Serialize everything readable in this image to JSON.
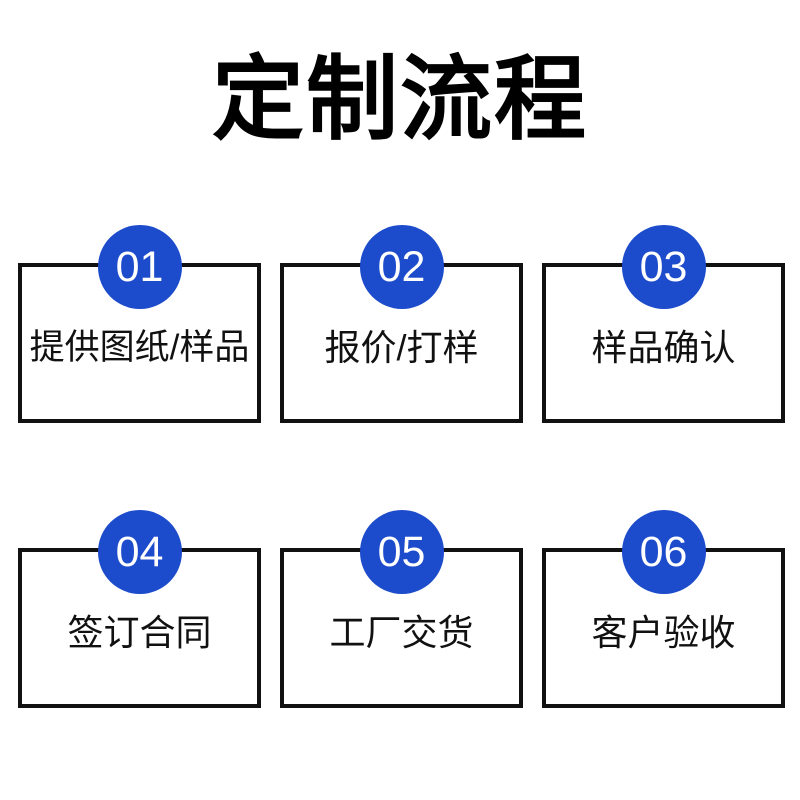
{
  "page": {
    "title": "定制流程",
    "background_color": "#ffffff",
    "accent_color": "#1C4BCC",
    "border_color": "#111111",
    "text_color": "#111111"
  },
  "steps": [
    {
      "number": "01",
      "label": "提供图纸/样品"
    },
    {
      "number": "02",
      "label": "报价/打样"
    },
    {
      "number": "03",
      "label": "样品确认"
    },
    {
      "number": "04",
      "label": "签订合同"
    },
    {
      "number": "05",
      "label": "工厂交货"
    },
    {
      "number": "06",
      "label": "客户验收"
    }
  ]
}
